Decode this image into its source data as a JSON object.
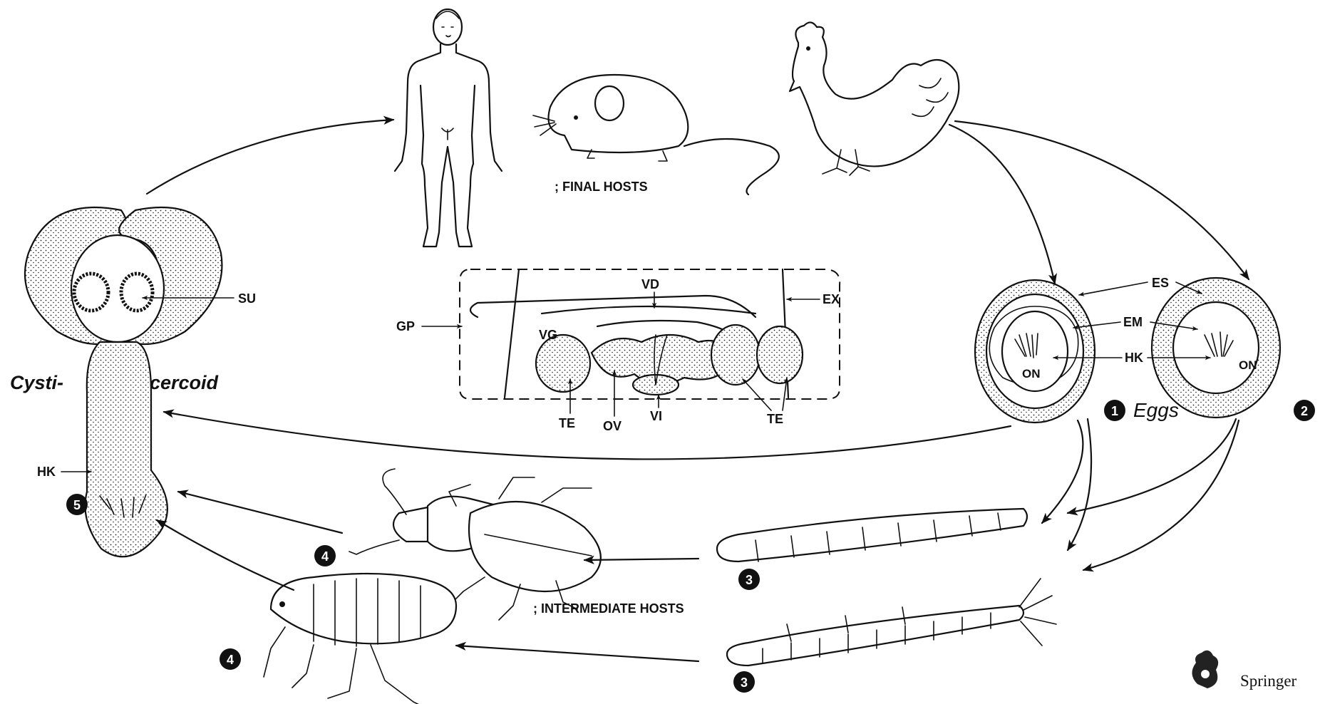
{
  "labels": {
    "final_hosts": "; FINAL HOSTS",
    "intermediate_hosts": "; INTERMEDIATE HOSTS",
    "cysti": "Cysti-",
    "cercoid": "cercoid",
    "eggs": "Eggs",
    "su": "SU",
    "hk_cyst": "HK",
    "es": "ES",
    "em": "EM",
    "hk_egg": "HK",
    "on1": "ON",
    "on2": "ON",
    "vd": "VD",
    "ex": "EX",
    "gp": "GP",
    "vg": "VG",
    "te1": "TE",
    "ov": "OV",
    "vi": "VI",
    "te2": "TE",
    "publisher": "Springer"
  },
  "badges": {
    "b1": "1",
    "b2": "2",
    "b3a": "3",
    "b3b": "3",
    "b4a": "4",
    "b4b": "4",
    "b5": "5"
  },
  "icons": [
    "human-figure",
    "mouse",
    "chicken",
    "beetle",
    "flea",
    "mealworm-larva",
    "flea-larva",
    "egg",
    "cysticercoid",
    "proglottid",
    "springer-logo"
  ]
}
